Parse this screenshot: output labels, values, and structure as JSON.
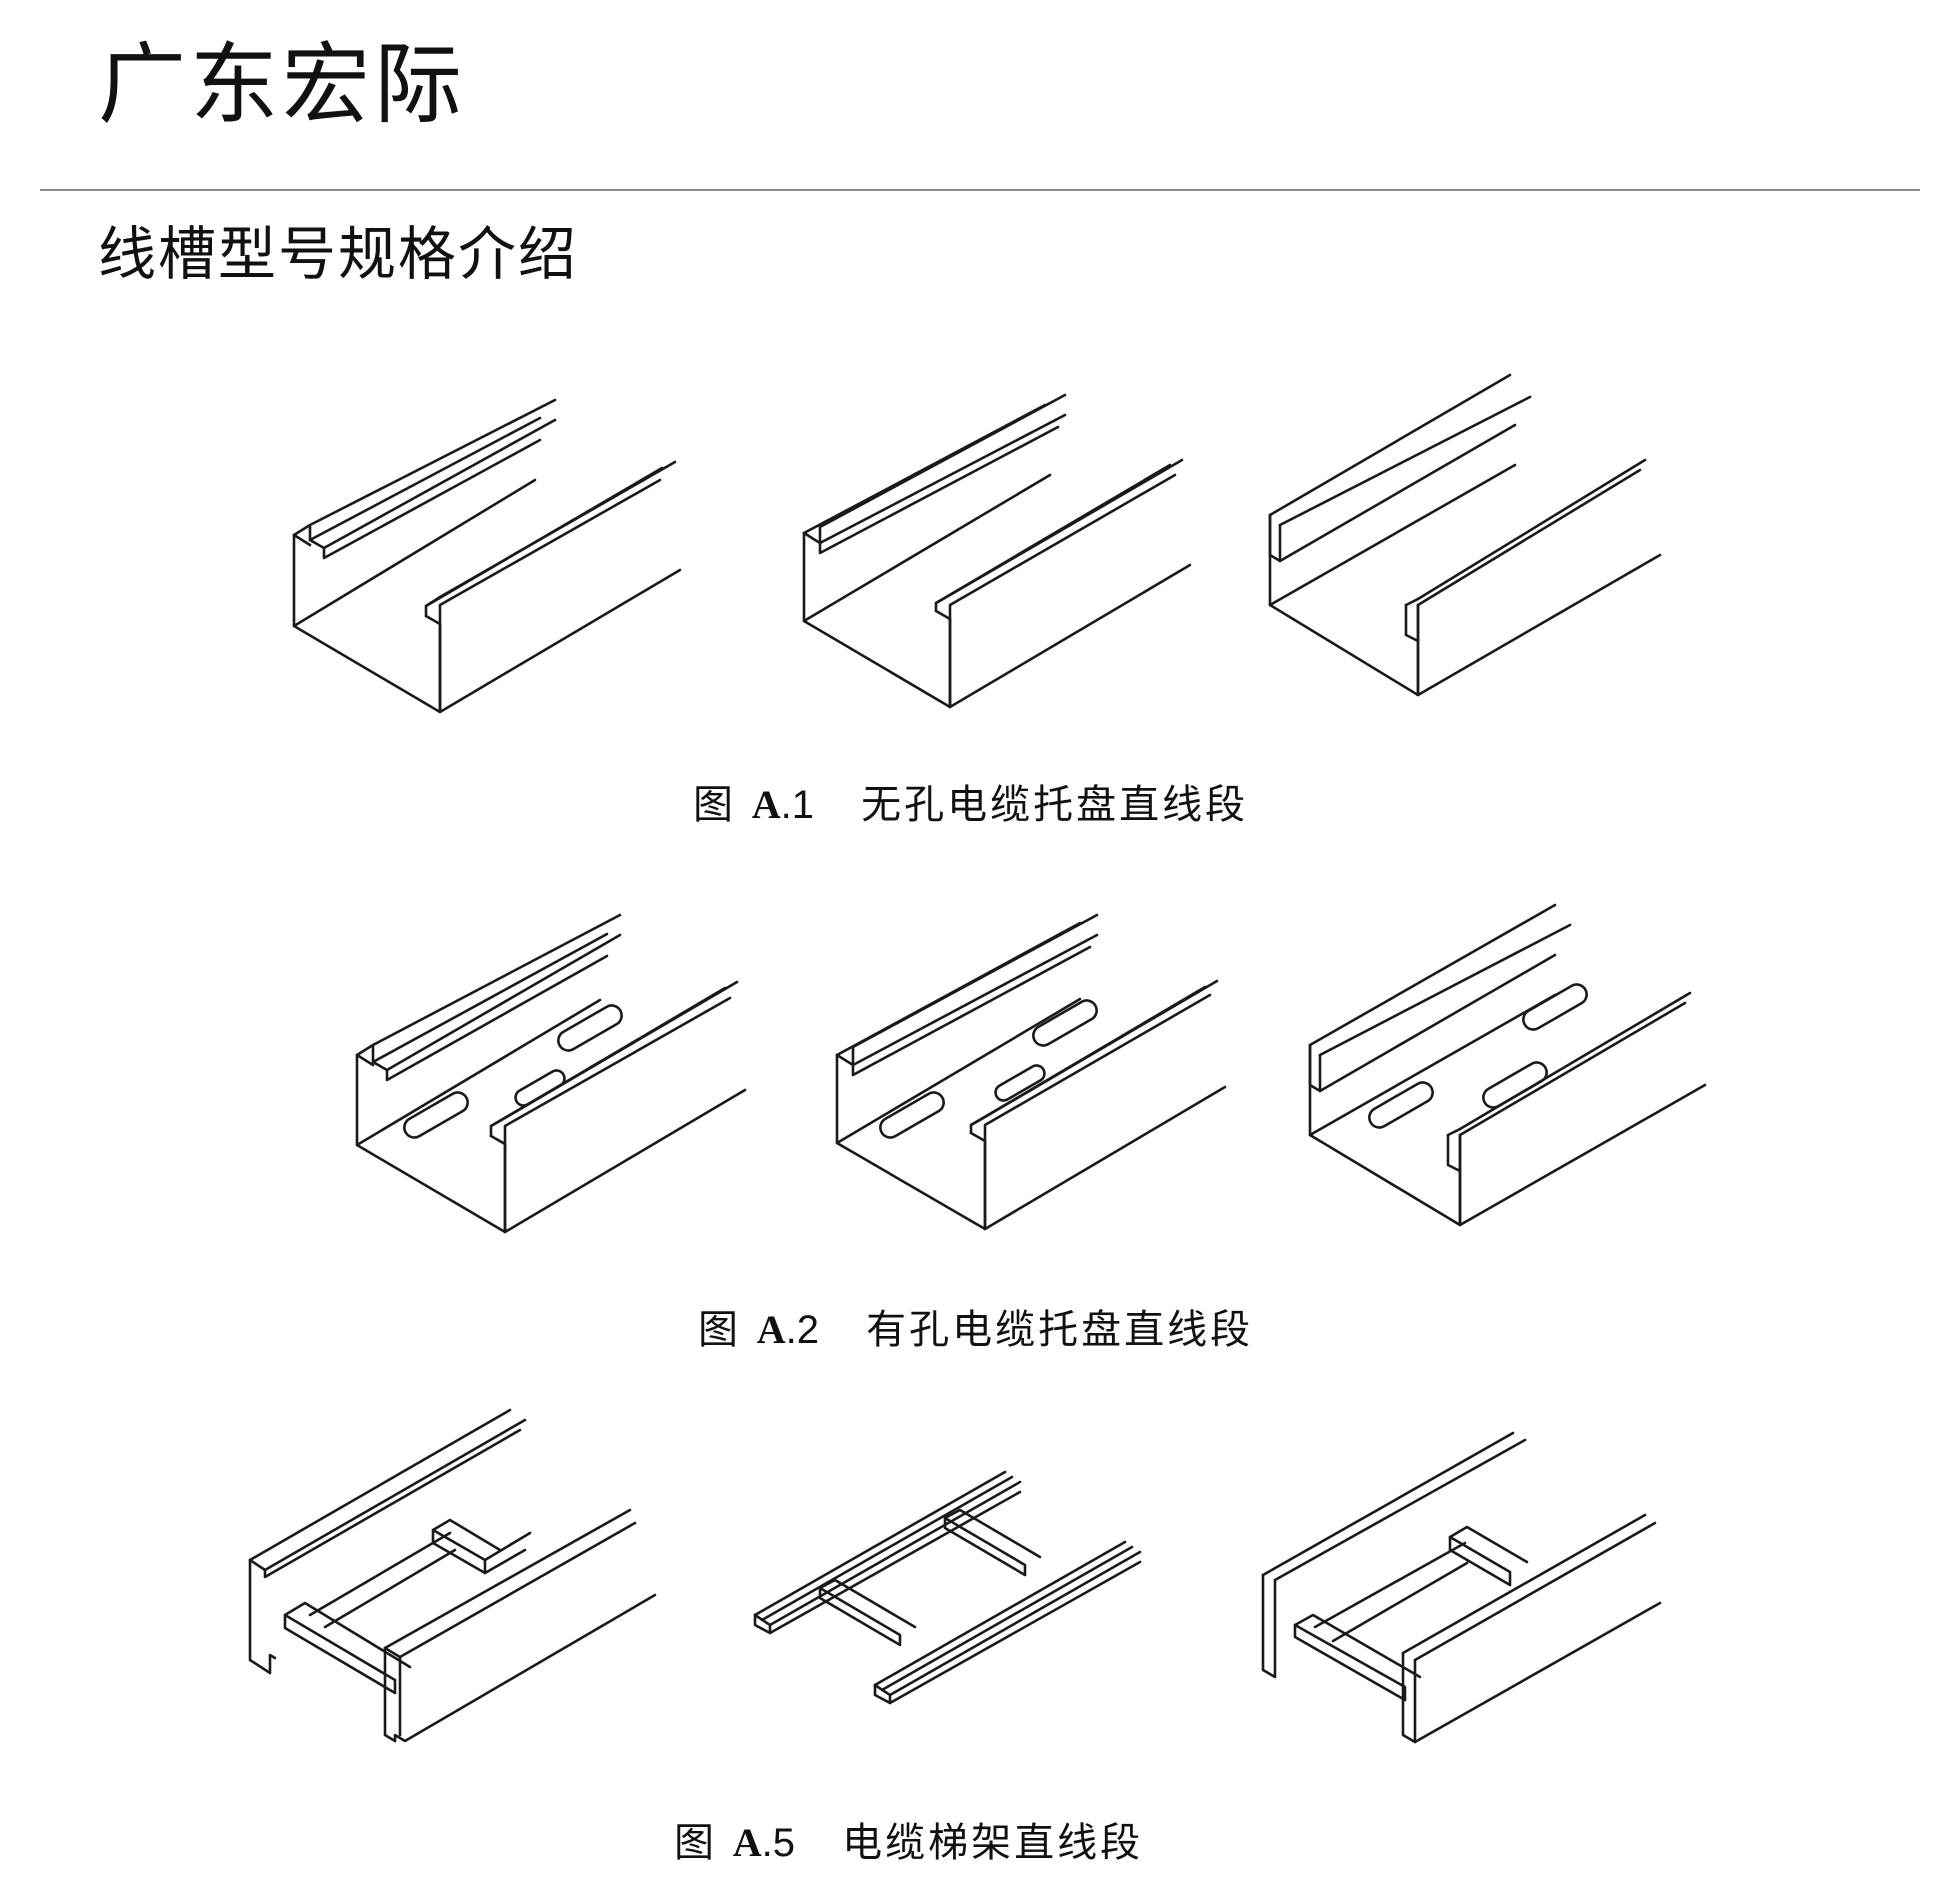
{
  "header": {
    "brand": "广东宏际"
  },
  "section": {
    "title": "线槽型号规格介绍"
  },
  "figures": [
    {
      "fig_word": "图",
      "fig_id": "A",
      "fig_num": ".1",
      "caption": "无孔电缆托盘直线段",
      "items": [
        "trough-unperforated-1",
        "trough-unperforated-2",
        "trough-unperforated-3"
      ]
    },
    {
      "fig_word": "图",
      "fig_id": "A",
      "fig_num": ".2",
      "caption": "有孔电缆托盘直线段",
      "items": [
        "trough-perforated-1",
        "trough-perforated-2",
        "trough-perforated-3"
      ]
    },
    {
      "fig_word": "图",
      "fig_id": "A",
      "fig_num": ".5",
      "caption": "电缆梯架直线段",
      "items": [
        "ladder-1",
        "ladder-2",
        "ladder-3"
      ]
    }
  ],
  "colors": {
    "line": "#1a1a1a",
    "rule": "#8a8a8a",
    "background": "#ffffff"
  }
}
